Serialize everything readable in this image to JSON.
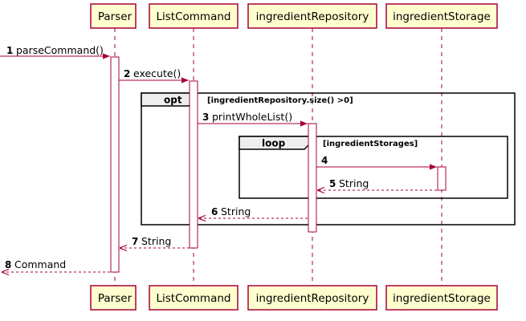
{
  "colors": {
    "participant_fill": "#FEFECE",
    "participant_stroke": "#A80036",
    "arrow": "#A80036",
    "frame_header": "#EEEEEE",
    "frame_stroke": "#000000"
  },
  "participants": [
    {
      "id": "parser",
      "label": "Parser"
    },
    {
      "id": "list_command",
      "label": "ListCommand"
    },
    {
      "id": "ingredient_repository",
      "label": "ingredientRepository"
    },
    {
      "id": "ingredient_storage",
      "label": "ingredientStorage"
    }
  ],
  "frames": [
    {
      "id": "opt",
      "label": "opt",
      "guard": "[ingredientRepository.size() >0]"
    },
    {
      "id": "loop",
      "label": "loop",
      "guard": "[ingredientStorages]"
    }
  ],
  "messages": [
    {
      "num": "1",
      "label": "parseCommand()",
      "from": "external",
      "to": "parser",
      "type": "sync"
    },
    {
      "num": "2",
      "label": "execute()",
      "from": "parser",
      "to": "list_command",
      "type": "sync"
    },
    {
      "num": "3",
      "label": "printWholeList()",
      "from": "list_command",
      "to": "ingredient_repository",
      "type": "sync"
    },
    {
      "num": "4",
      "label": "",
      "from": "ingredient_repository",
      "to": "ingredient_storage",
      "type": "sync"
    },
    {
      "num": "5",
      "label": "String",
      "from": "ingredient_storage",
      "to": "ingredient_repository",
      "type": "return"
    },
    {
      "num": "6",
      "label": "String",
      "from": "ingredient_repository",
      "to": "list_command",
      "type": "return"
    },
    {
      "num": "7",
      "label": "String",
      "from": "list_command",
      "to": "parser",
      "type": "return"
    },
    {
      "num": "8",
      "label": "Command",
      "from": "parser",
      "to": "external",
      "type": "return"
    }
  ]
}
